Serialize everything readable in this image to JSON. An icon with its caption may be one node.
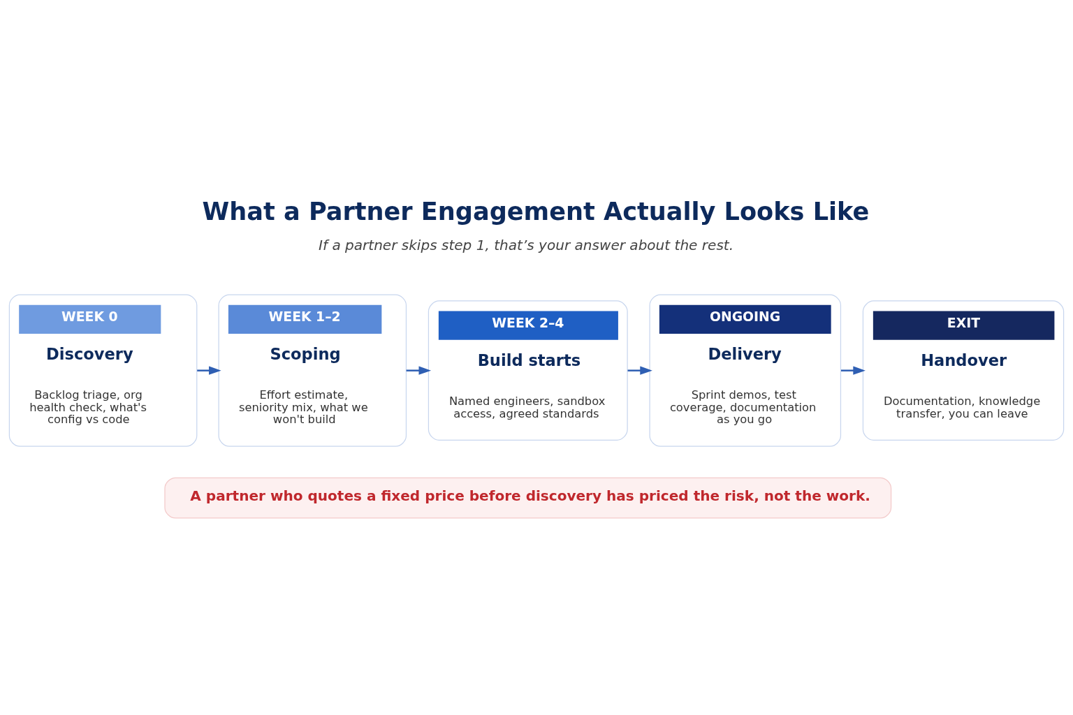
{
  "diagram": {
    "title": "What a Partner Engagement Actually Looks Like",
    "nodes": [
      {
        "text": [
          "WEEK 0",
          "Discovery",
          "Backlog triage, org health check, what's config vs code"
        ]
      },
      {
        "text": [
          "WEEK 1–2",
          "Scoping",
          "Effort estimate, seniority mix, what we won't build"
        ]
      },
      {
        "text": [
          "WEEK 2–4",
          "Build starts",
          "Named engineers, sandbox access, agreed standards"
        ]
      },
      {
        "text": [
          "ONGOING",
          "Delivery",
          "Sprint demos, test coverage, documentation as you go"
        ]
      },
      {
        "text": [
          "EXIT",
          "Handover",
          "Documentation, knowledge transfer, you can leave"
        ]
      },
      {
        "text": [
          "A partner who quotes a fixed price before discovery has priced the risk, not the work."
        ]
      }
    ],
    "edges": [
      {
        "from": 0,
        "to": 1,
        "arrow": "to"
      },
      {
        "from": 1,
        "to": 2,
        "arrow": "to"
      },
      {
        "from": 2,
        "to": 3,
        "arrow": "to"
      },
      {
        "from": 3,
        "to": 4,
        "arrow": "to"
      }
    ],
    "labels": [
      "If a partner skips step 1, that’s your answer about the rest."
    ]
  }
}
